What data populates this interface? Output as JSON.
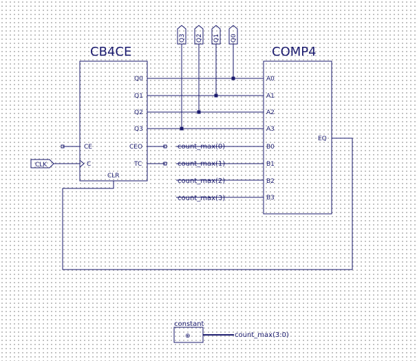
{
  "cb4ce": {
    "title": "CB4CE",
    "outputs": [
      "Q0",
      "Q1",
      "Q2",
      "Q3"
    ],
    "ce_in": "CE",
    "clk_in": "C",
    "ceo_out": "CEO",
    "tc_out": "TC",
    "clr_in": "CLR"
  },
  "comp4": {
    "title": "COMP4",
    "a_inputs": [
      "A0",
      "A1",
      "A2",
      "A3"
    ],
    "b_inputs": [
      "B0",
      "B1",
      "B2",
      "B3"
    ],
    "eq_out": "EQ"
  },
  "clock_port": "CLK",
  "bus_taps": [
    "Q3",
    "Q2",
    "Q1",
    "Q0"
  ],
  "net_labels": [
    "count_max(0)",
    "count_max(1)",
    "count_max(2)",
    "count_max(3)"
  ],
  "constant": {
    "title": "constant",
    "symbol": "⊕",
    "net": "count_max(3:0)"
  },
  "colors": {
    "wire": "#1a1a6e",
    "background": "#ffffff",
    "grid_dot": "#8a8a8a"
  }
}
